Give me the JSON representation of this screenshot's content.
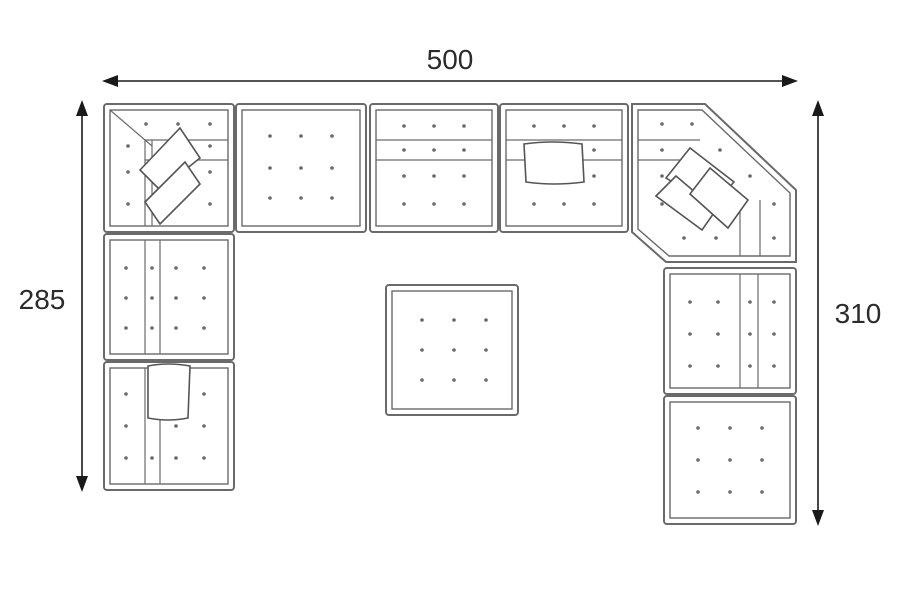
{
  "dimensions": {
    "width": "500",
    "left_depth": "285",
    "right_depth": "310"
  },
  "colors": {
    "outline": "#6a6a6a",
    "pillow_outline": "#555555",
    "dimension_line": "#1a1a1a",
    "background": "#ffffff"
  },
  "modules": [
    "corner-left",
    "middle-no-back",
    "middle-back",
    "middle-back-pillow",
    "corner-right-angled",
    "left-seat-1",
    "left-seat-2-pillow",
    "right-seat-1",
    "right-seat-2-no-back",
    "ottoman"
  ]
}
